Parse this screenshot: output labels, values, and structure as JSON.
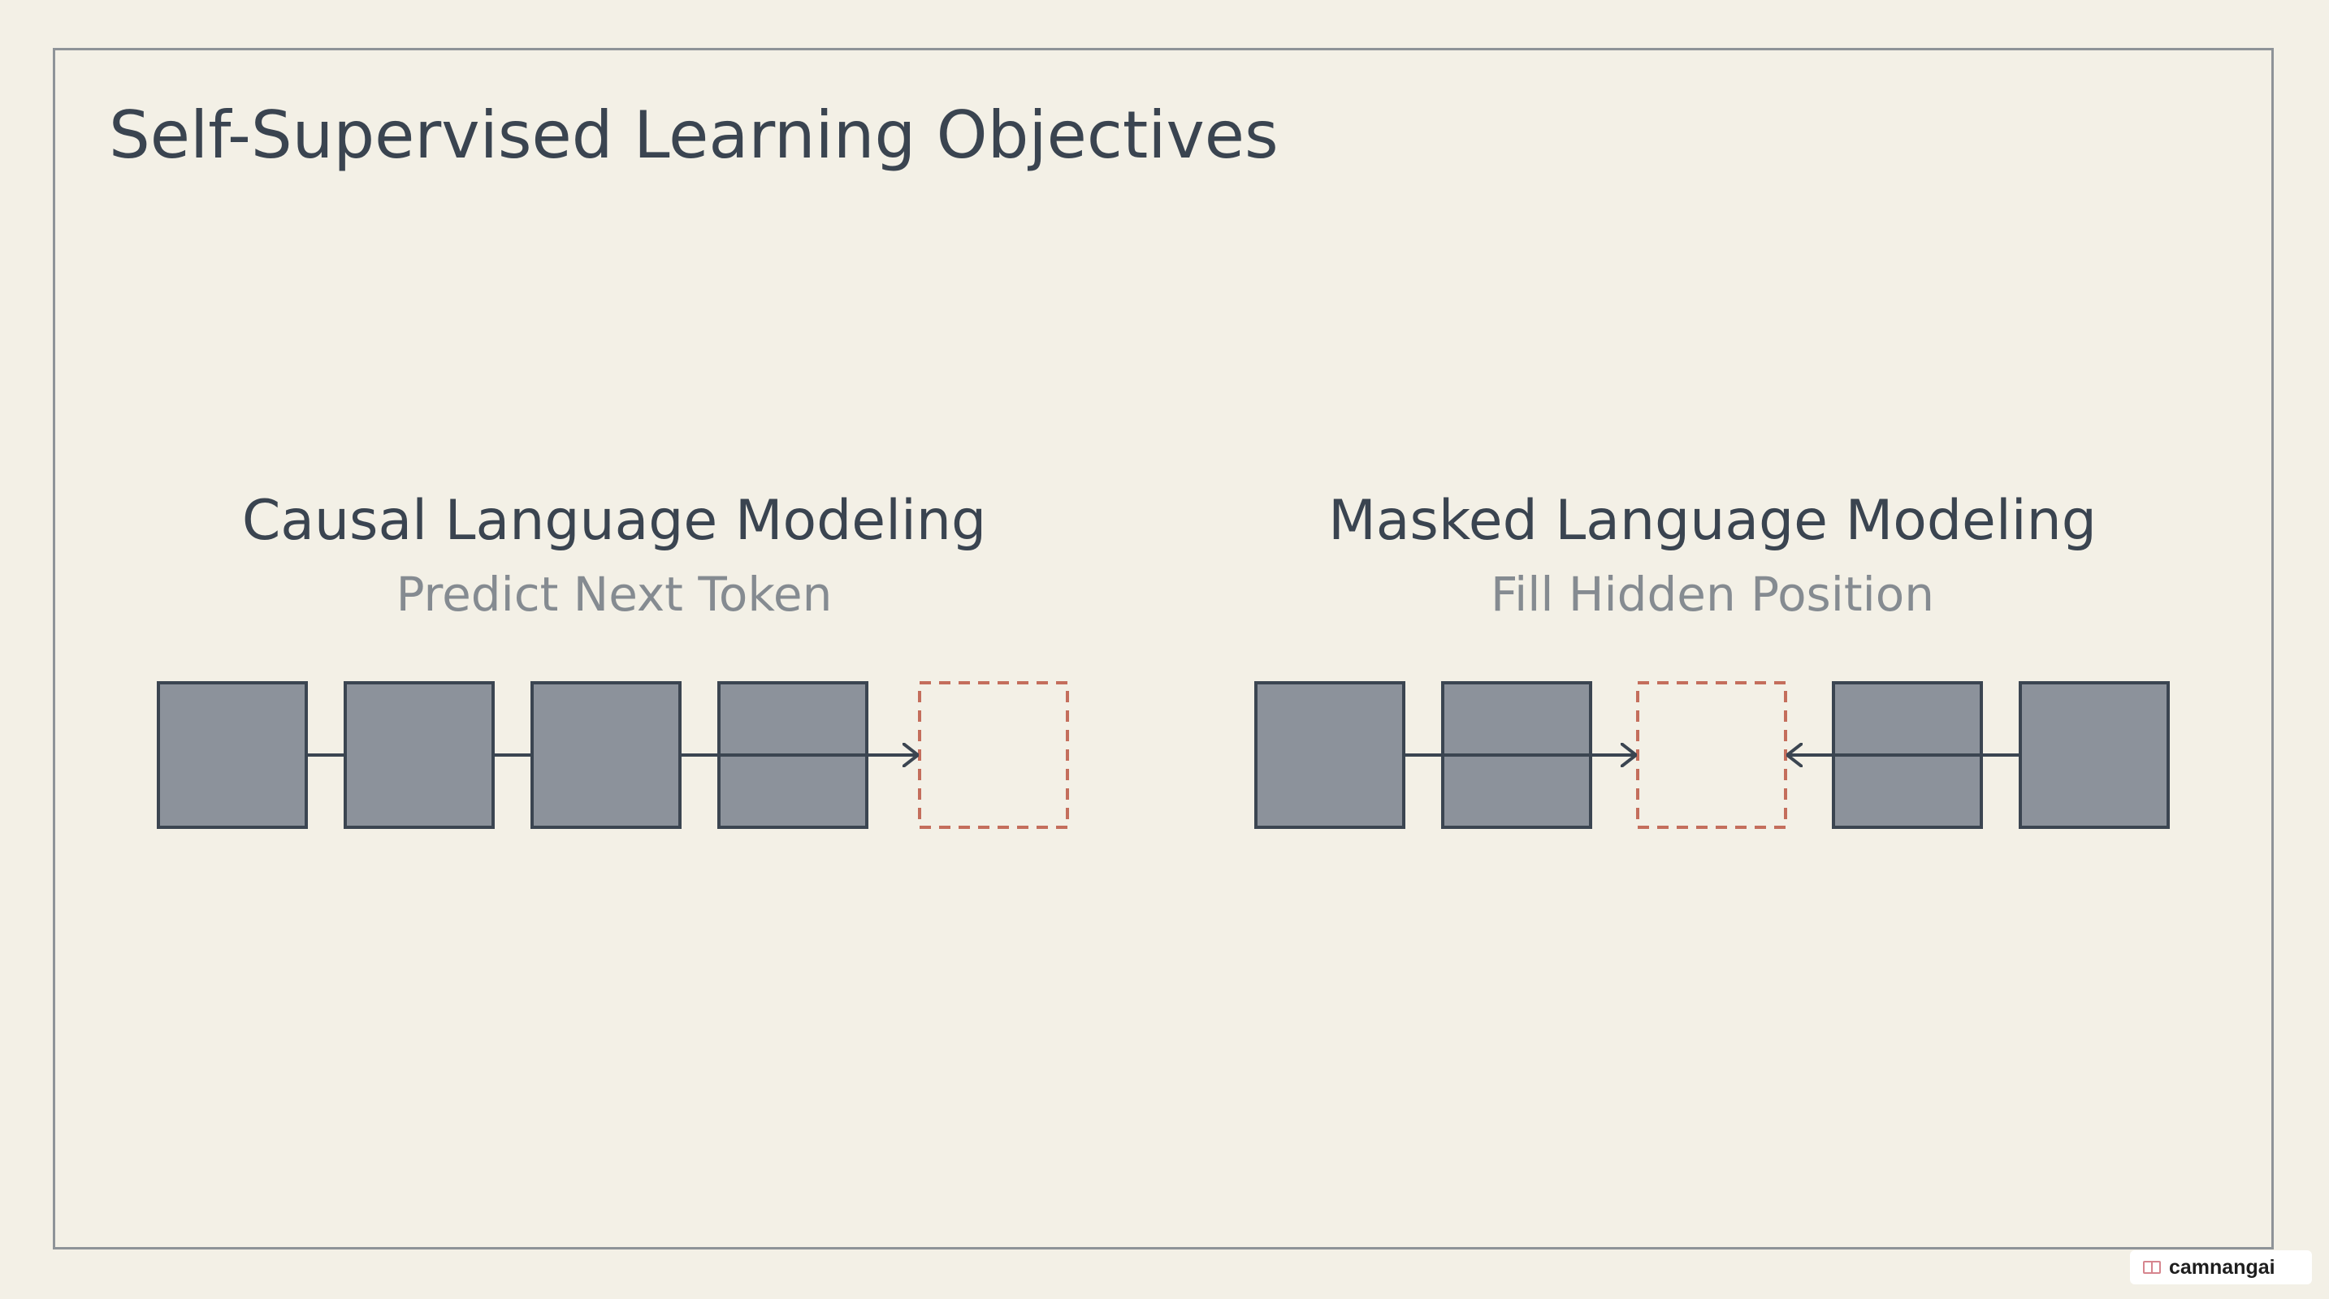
{
  "slide": {
    "title": "Self-Supervised Learning Objectives"
  },
  "panels": [
    {
      "id": "causal",
      "title": "Causal Language Modeling",
      "subtitle": "Predict Next Token",
      "tokens": [
        "visible",
        "visible",
        "visible",
        "visible",
        "hidden"
      ],
      "arrows": [
        {
          "from": 3,
          "to": 4,
          "direction": "right"
        }
      ]
    },
    {
      "id": "masked",
      "title": "Masked Language Modeling",
      "subtitle": "Fill Hidden Position",
      "tokens": [
        "visible",
        "visible",
        "hidden",
        "visible",
        "visible"
      ],
      "arrows": [
        {
          "from": 1,
          "to": 2,
          "direction": "right"
        },
        {
          "from": 3,
          "to": 2,
          "direction": "left"
        }
      ]
    }
  ],
  "colors": {
    "background": "#f3f0e6",
    "token_fill": "#8c929b",
    "token_border": "#3b4551",
    "hidden_border": "#c46e5c",
    "text_primary": "#3a4450",
    "text_secondary": "#858b91"
  },
  "watermark": {
    "text": "camnangai",
    "icon": "book-icon"
  }
}
